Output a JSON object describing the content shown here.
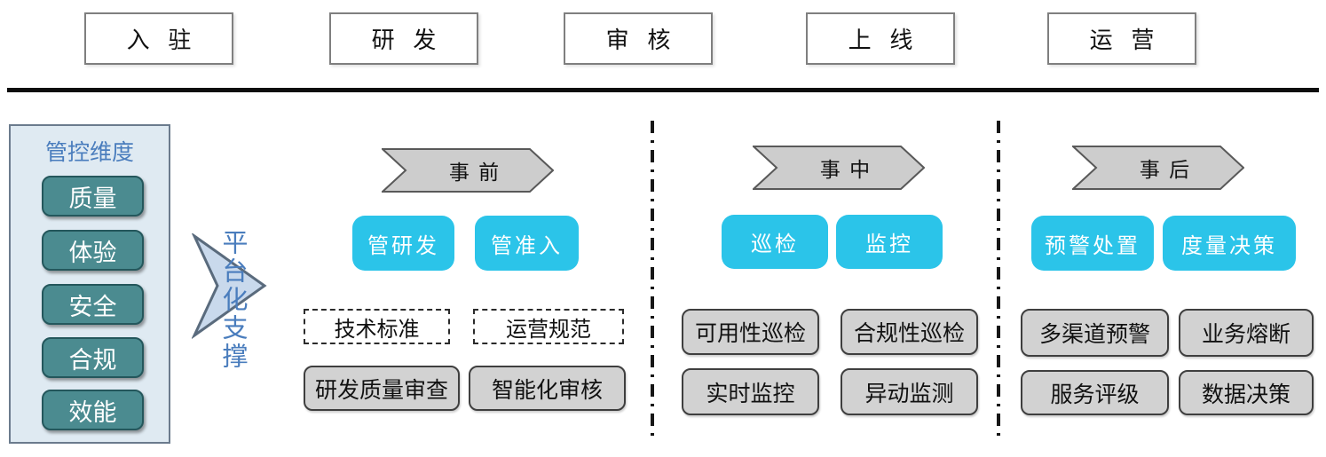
{
  "phases": [
    "入驻",
    "研发",
    "审核",
    "上线",
    "运营"
  ],
  "sidebar": {
    "title": "管控维度",
    "items": [
      "质量",
      "体验",
      "安全",
      "合规",
      "效能"
    ]
  },
  "support": {
    "label": "平台化支撑"
  },
  "sections": [
    {
      "banner": "事前",
      "cyan": [
        "管研发",
        "管准入"
      ],
      "dashed": [
        "技术标准",
        "运营规范"
      ],
      "gray": [
        "研发质量审查",
        "智能化审核"
      ]
    },
    {
      "banner": "事中",
      "cyan": [
        "巡检",
        "监控"
      ],
      "gray": [
        "可用性巡检",
        "合规性巡检",
        "实时监控",
        "异动监测"
      ]
    },
    {
      "banner": "事后",
      "cyan": [
        "预警处置",
        "度量决策"
      ],
      "gray": [
        "多渠道预警",
        "业务熔断",
        "服务评级",
        "数据决策"
      ]
    }
  ],
  "colors": {
    "cyan_accent": "#2bc4e9",
    "teal_item": "#4b8b90",
    "panel_bg": "#dfeaf2",
    "blue_text": "#4a7dbd",
    "banner_gray": "#cdcdcd",
    "box_gray": "#d2d2d2"
  }
}
